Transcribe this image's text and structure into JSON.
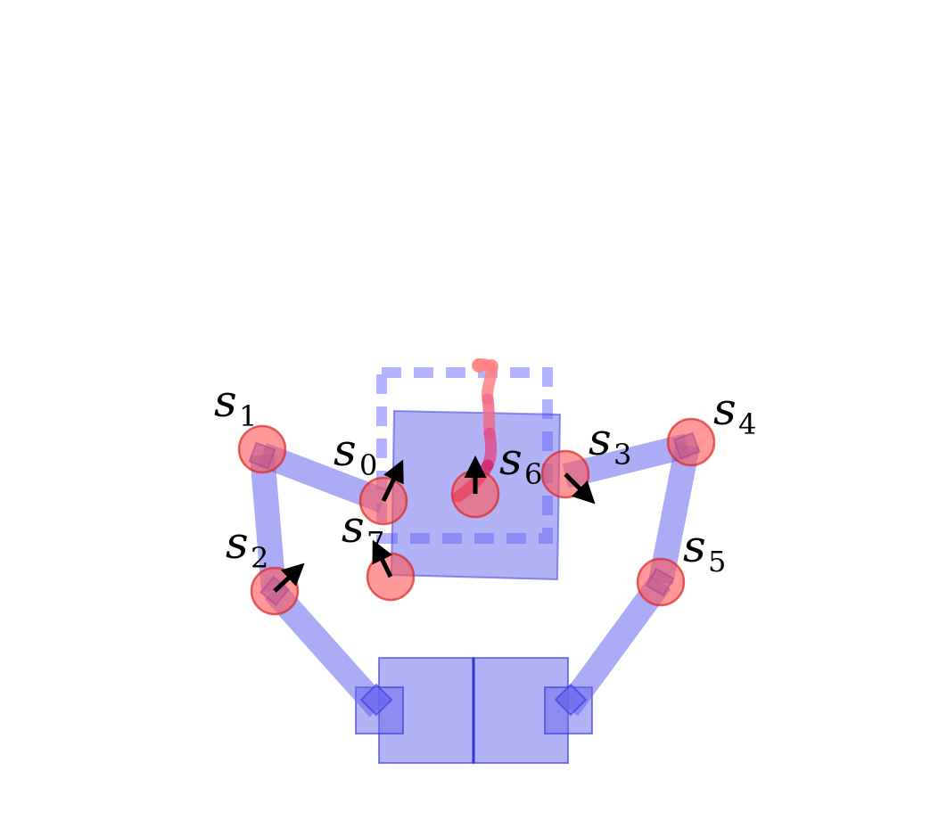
{
  "colors": {
    "body_fill": "#6666ee",
    "body_stroke": "#3333dd",
    "contact_fill": "#ff5555",
    "contact_stroke": "#dd2222",
    "goal_outline": "#9999ff",
    "trajectory_start": "#ff8080",
    "trajectory_end": "#cc2266",
    "arrow": "#000000"
  },
  "contacts": [
    {
      "name": "s",
      "sub": "0",
      "arrow": "up-right"
    },
    {
      "name": "s",
      "sub": "1",
      "arrow": "none"
    },
    {
      "name": "s",
      "sub": "2",
      "arrow": "up-right"
    },
    {
      "name": "s",
      "sub": "3",
      "arrow": "down-right"
    },
    {
      "name": "s",
      "sub": "4",
      "arrow": "none"
    },
    {
      "name": "s",
      "sub": "5",
      "arrow": "none"
    },
    {
      "name": "s",
      "sub": "6",
      "arrow": "up"
    },
    {
      "name": "s",
      "sub": "7",
      "arrow": "up-left"
    }
  ]
}
